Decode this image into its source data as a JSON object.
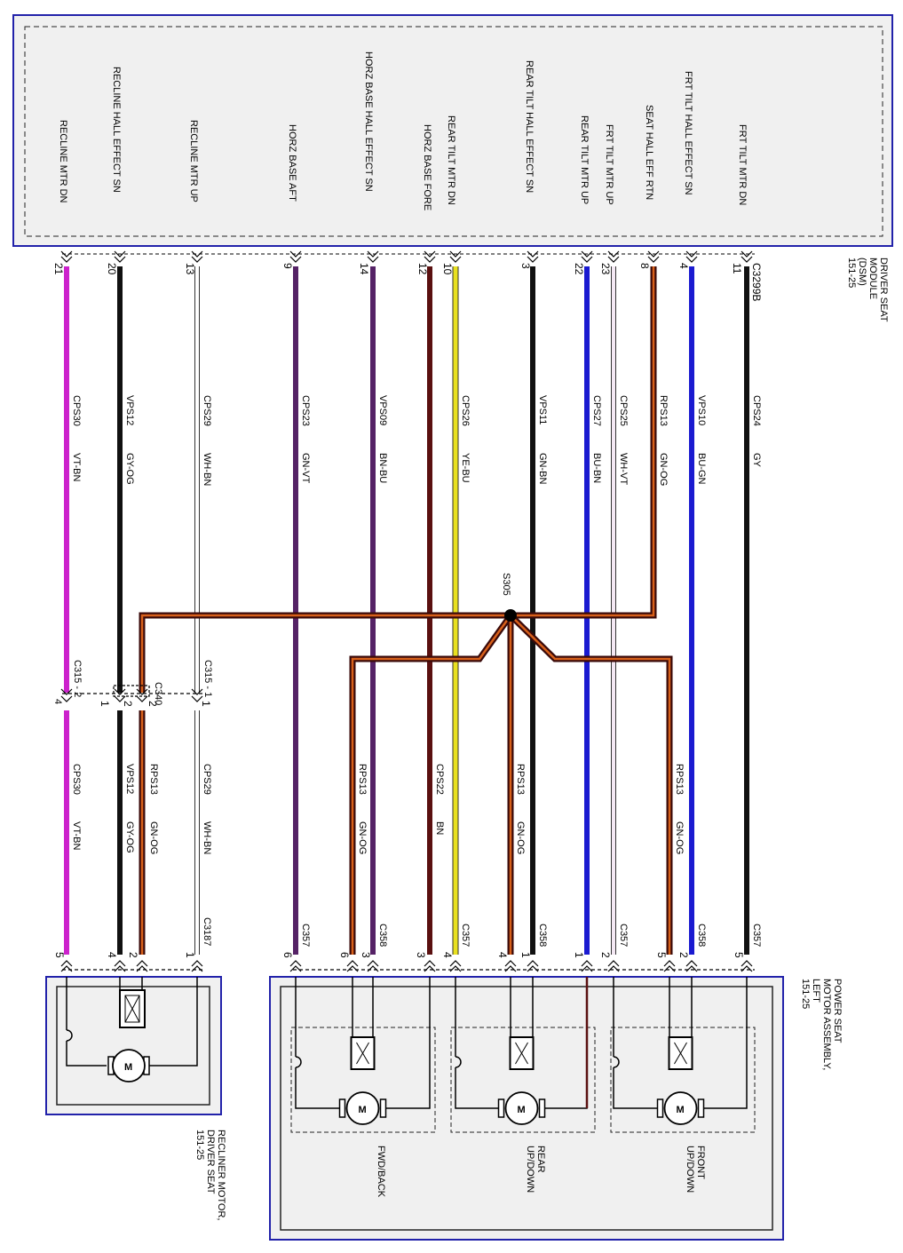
{
  "modules": {
    "dsm": {
      "lines": [
        "DRIVER SEAT",
        "MODULE",
        "(DSM)",
        "151-25"
      ]
    },
    "power_seat": {
      "lines": [
        "POWER SEAT",
        "MOTOR ASSEMBLY,",
        "LEFT",
        "151-25"
      ]
    },
    "recliner": {
      "lines": [
        "RECLINER MOTOR,",
        "DRIVER SEAT",
        "151-25"
      ]
    }
  },
  "dsm_connector": "C3299B",
  "pin_labels": [
    "RECLINE MTR DN",
    "RECLINE HALL EFFECT SN",
    "RECLINE MTR UP",
    "HORZ BASE AFT",
    "HORZ BASE HALL EFFECT SN",
    "HORZ BASE FORE",
    "REAR TILT MTR DN",
    "REAR TILT HALL EFFECT SN",
    "REAR TILT MTR UP",
    "FRT TILT MTR UP",
    "SEAT HALL EFF RTN",
    "FRT TILT HALL EFFECT SN",
    "FRT TILT MTR DN"
  ],
  "dsm_pins": [
    "21",
    "20",
    "13",
    "9",
    "14",
    "12",
    "10",
    "3",
    "22",
    "23",
    "8",
    "4",
    "11"
  ],
  "upper_circuits": [
    {
      "circuit": "CPS30",
      "color": "VT-BN"
    },
    {
      "circuit": "VPS12",
      "color": "GY-OG"
    },
    {
      "circuit": "CPS29",
      "color": "WH-BN"
    },
    {
      "circuit": "CPS23",
      "color": "GN-VT"
    },
    {
      "circuit": "VPS09",
      "color": "BN-BU"
    },
    {
      "circuit": "CPS26",
      "color": "YE-BU"
    },
    {
      "circuit": "VPS11",
      "color": "GN-BN"
    },
    {
      "circuit": "CPS27",
      "color": "BU-BN"
    },
    {
      "circuit": "CPS25",
      "color": "WH-VT"
    },
    {
      "circuit": "RPS13",
      "color": "GN-OG"
    },
    {
      "circuit": "VPS10",
      "color": "BU-GN"
    },
    {
      "circuit": "CPS24",
      "color": "GY"
    }
  ],
  "splice": "S305",
  "inline_connectors": {
    "c315_2": "C315 - 2",
    "c340": "C340",
    "c315_1": "C315 - 1"
  },
  "inline_pins": {
    "a": "2",
    "b": "1",
    "c": "2",
    "d": "1"
  },
  "lower_circuits": [
    {
      "circuit": "CPS30",
      "color": "VT-BN"
    },
    {
      "circuit": "VPS12",
      "color": "GY-OG"
    },
    {
      "circuit": "RPS13",
      "color": "GN-OG"
    },
    {
      "circuit": "CPS29",
      "color": "WH-BN"
    },
    {
      "circuit": "RPS13",
      "color": "GN-OG"
    },
    {
      "circuit": "CPS22",
      "color": "BN"
    },
    {
      "circuit": "RPS13",
      "color": "GN-OG"
    },
    {
      "circuit": "RPS13",
      "color": "GN-OG"
    }
  ],
  "bottom_connectors": [
    "C3187",
    "C357",
    "C358",
    "C357",
    "C358",
    "C357",
    "C358",
    "C357"
  ],
  "bottom_pins": [
    "5",
    "4",
    "2",
    "1",
    "6",
    "6",
    "3",
    "3",
    "4",
    "4",
    "1",
    "1",
    "2",
    "5",
    "2",
    "5"
  ],
  "motor_letter": "M",
  "motor_groups": [
    {
      "lines": [
        "FWD/BACK"
      ]
    },
    {
      "lines": [
        "REAR",
        "UP/DOWN"
      ]
    },
    {
      "lines": [
        "FRONT",
        "UP/DOWN"
      ]
    }
  ],
  "colors": {
    "frame": "#2222aa",
    "box_fill": "#f0f0f0",
    "wire_violet": "#cc22cc",
    "wire_black": "#111111",
    "wire_blue": "#1a1ad0",
    "wire_yellow": "#e8e020",
    "wire_brown": "#5a1010",
    "wire_orange": "#d8601a",
    "wire_purple": "#552266",
    "wire_white": "#ffffff"
  }
}
